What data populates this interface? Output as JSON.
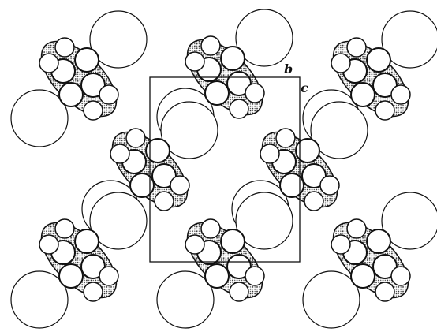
{
  "figure": {
    "axis_labels": {
      "b": "b",
      "c": "c"
    },
    "colors": {
      "ink": "#111111",
      "stipple": "#555555",
      "paper": "#ffffff"
    }
  },
  "molecules": [
    {
      "id": "top-left",
      "orientation": "nw-se"
    },
    {
      "id": "top-center",
      "orientation": "nw-se"
    },
    {
      "id": "top-right",
      "orientation": "nw-se"
    },
    {
      "id": "middle-left",
      "orientation": "nw-se"
    },
    {
      "id": "middle-right",
      "orientation": "nw-se"
    },
    {
      "id": "bottom-left",
      "orientation": "nw-se"
    },
    {
      "id": "bottom-center",
      "orientation": "nw-se"
    },
    {
      "id": "bottom-right",
      "orientation": "nw-se"
    }
  ]
}
